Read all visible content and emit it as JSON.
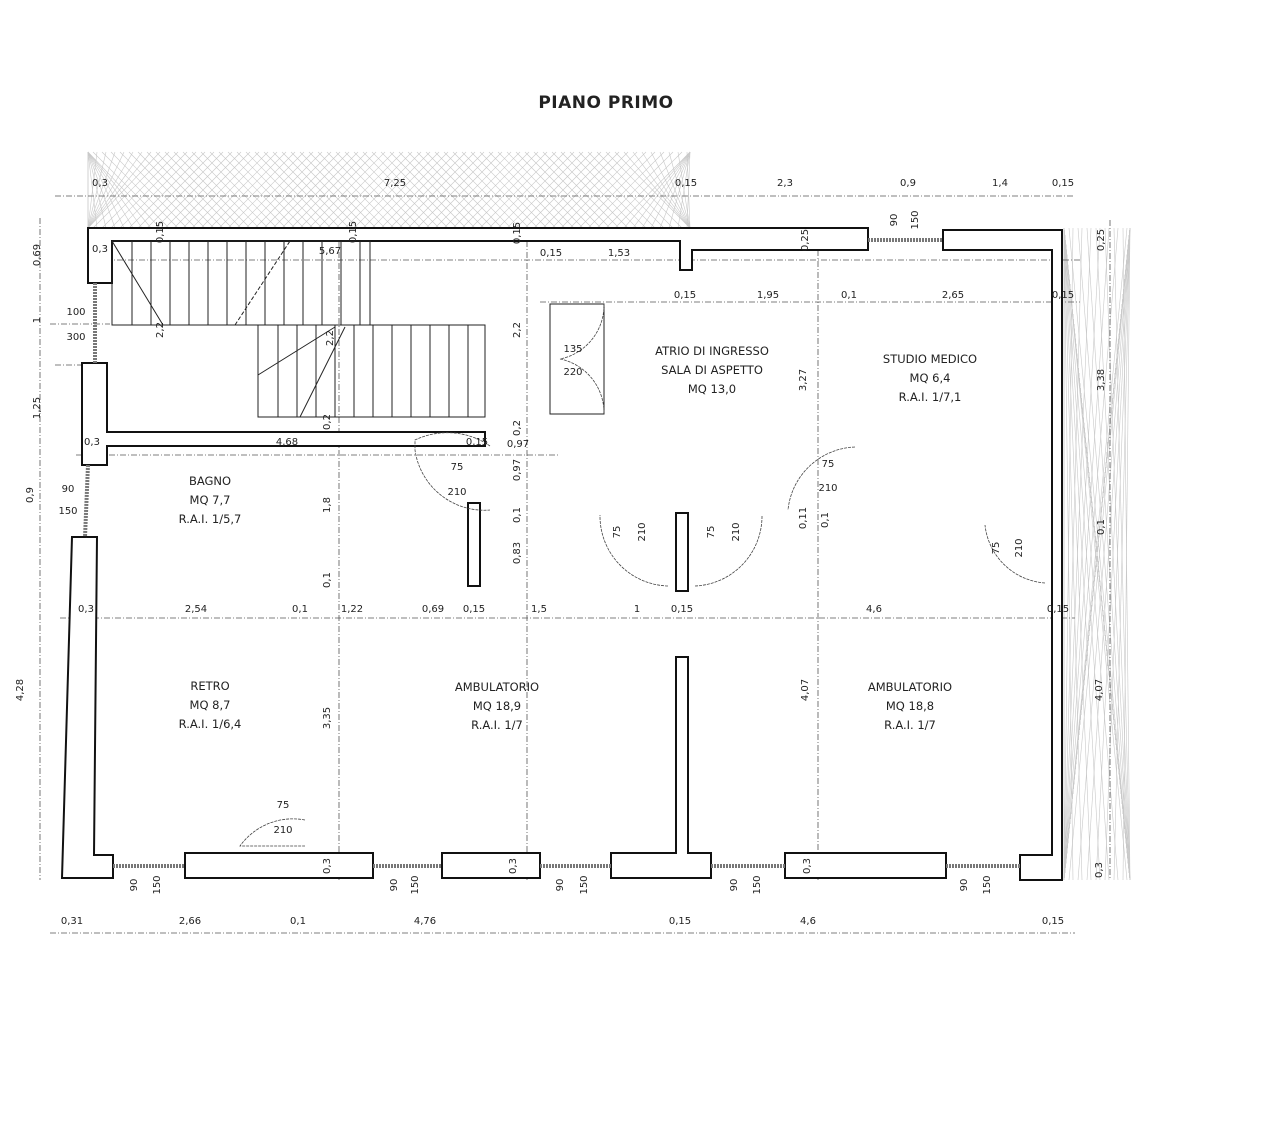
{
  "title": "PIANO PRIMO",
  "rooms": [
    {
      "name": "BAGNO",
      "area": "MQ 7,7",
      "rai": "R.A.I. 1/5,7"
    },
    {
      "name": "ATRIO DI INGRESSO",
      "name2": "SALA DI ASPETTO",
      "area": "MQ 13,0"
    },
    {
      "name": "STUDIO MEDICO",
      "area": "MQ 6,4",
      "rai": "R.A.I. 1/7,1"
    },
    {
      "name": "RETRO",
      "area": "MQ 8,7",
      "rai": "R.A.I. 1/6,4"
    },
    {
      "name": "AMBULATORIO",
      "area": "MQ 18,9",
      "rai": "R.A.I. 1/7"
    },
    {
      "name": "AMBULATORIO",
      "area": "MQ 18,8",
      "rai": "R.A.I. 1/7"
    }
  ],
  "dimensions": [
    "0,3",
    "7,25",
    "0,15",
    "2,3",
    "0,9",
    "1,4",
    "0,15",
    "0,3",
    "5,67",
    "0,15",
    "1,53",
    "0,15",
    "1,95",
    "0,1",
    "2,65",
    "0,15",
    "0,69",
    "1",
    "1,25",
    "0,9",
    "4,28",
    "0,15",
    "0,15",
    "0,15",
    "0,25",
    "0,25",
    "3,38",
    "2,2",
    "0,2",
    "0,97",
    "0,1",
    "0,83",
    "0,2",
    "1,8",
    "0,1",
    "3,27",
    "0,11",
    "0,1",
    "0,1",
    "4,07",
    "3,35",
    "4,07",
    "0,3",
    "0,3",
    "0,3",
    "0,3",
    "2,2",
    "2,2",
    "0,3",
    "4,68",
    "0,15",
    "0,97",
    "0,3",
    "2,54",
    "0,1",
    "1,22",
    "0,69",
    "0,15",
    "1,5",
    "1",
    "0,15",
    "4,6",
    "0,15",
    "0,31",
    "2,66",
    "0,1",
    "4,76",
    "0,15",
    "4,6",
    "0,15"
  ],
  "openings": [
    {
      "w": "100",
      "h": "300"
    },
    {
      "w": "90",
      "h": "150"
    },
    {
      "w": "90",
      "h": "150"
    },
    {
      "w": "90",
      "h": "150"
    },
    {
      "w": "90",
      "h": "150"
    },
    {
      "w": "90",
      "h": "150"
    },
    {
      "w": "90",
      "h": "150"
    },
    {
      "w": "90",
      "h": "150"
    },
    {
      "w": "135",
      "h": "220"
    },
    {
      "w": "75",
      "h": "210"
    },
    {
      "w": "75",
      "h": "210"
    },
    {
      "w": "75",
      "h": "210"
    },
    {
      "w": "75",
      "h": "210"
    },
    {
      "w": "75",
      "h": "210"
    },
    {
      "w": "75",
      "h": "210"
    }
  ],
  "colors": {
    "line": "#111111",
    "hatch": "#c9c9c9",
    "paper": "#ffffff"
  }
}
